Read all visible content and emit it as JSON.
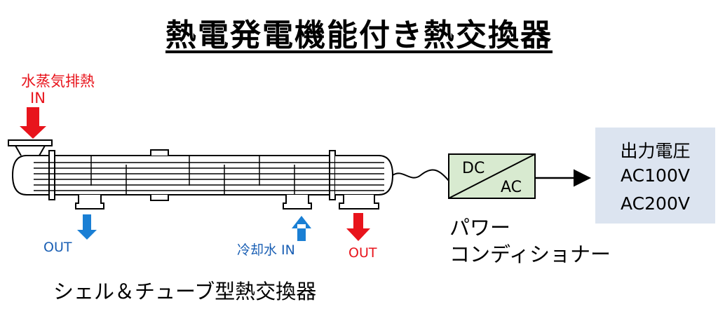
{
  "title": "熱電発電機能付き熱交換器",
  "steam": {
    "label": "水蒸気排熱",
    "in": "IN"
  },
  "outlets": {
    "left_out": "OUT",
    "cooling_in": "冷却水 IN",
    "right_out": "OUT"
  },
  "heat_exchanger_caption": "シェル＆チューブ型熱交換器",
  "converter": {
    "dc": "DC",
    "ac": "AC",
    "label_line1": "パワー",
    "label_line2": "コンディショナー"
  },
  "output": {
    "title": "出力電圧",
    "ac100": "AC100V",
    "ac200": "AC200V"
  },
  "colors": {
    "red_arrow": "#e8141c",
    "blue_arrow": "#1a7fd4",
    "converter_fill": "#d8ead0",
    "output_fill": "#dce4f0"
  }
}
